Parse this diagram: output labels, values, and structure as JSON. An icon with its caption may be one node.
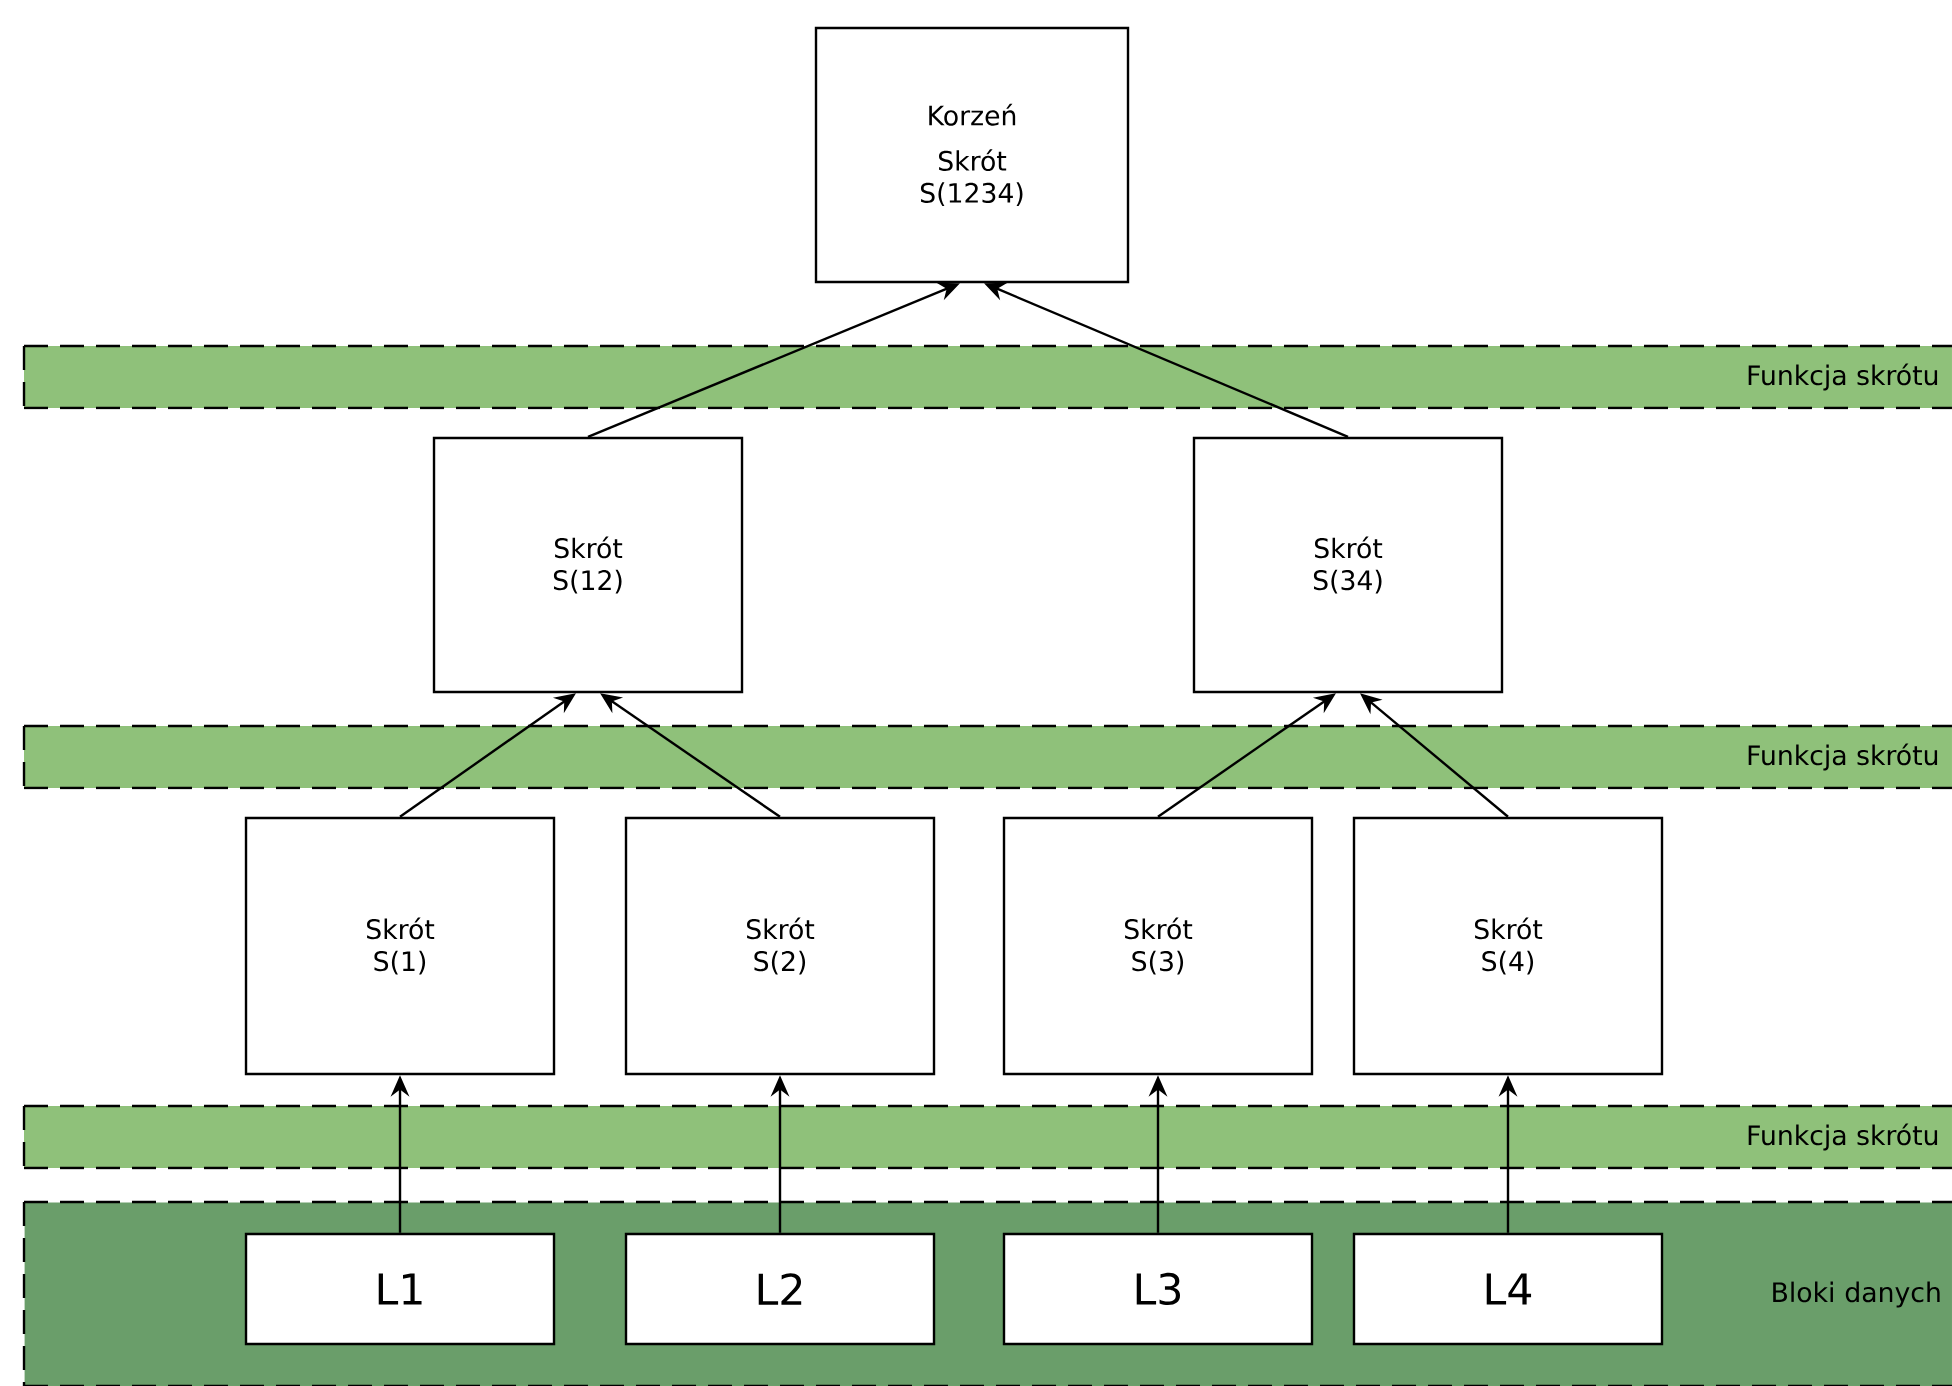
{
  "diagram": {
    "nodes": [
      {
        "text": [
          "Korzeń",
          "Skrót S(1234)"
        ]
      },
      {
        "text": [
          "Skrót S(12)"
        ]
      },
      {
        "text": [
          "Skrót S(34)"
        ]
      },
      {
        "text": [
          "Skrót S(1)"
        ]
      },
      {
        "text": [
          "Skrót S(2)"
        ]
      },
      {
        "text": [
          "Skrót S(3)"
        ]
      },
      {
        "text": [
          "Skrót S(4)"
        ]
      },
      {
        "text": [
          "Bloki danych"
        ]
      },
      {
        "text": [
          "L1"
        ],
        "in": 7
      },
      {
        "text": [
          "L2"
        ],
        "in": 7
      },
      {
        "text": [
          "L3"
        ],
        "in": 7
      },
      {
        "text": [
          "L4"
        ],
        "in": 7
      }
    ],
    "edges": [
      {
        "from": 1,
        "to": 0,
        "arrow": "to"
      },
      {
        "from": 2,
        "to": 0,
        "arrow": "to"
      },
      {
        "from": 3,
        "to": 1,
        "arrow": "to"
      },
      {
        "from": 4,
        "to": 1,
        "arrow": "to"
      },
      {
        "from": 5,
        "to": 2,
        "arrow": "to"
      },
      {
        "from": 6,
        "to": 2,
        "arrow": "to"
      },
      {
        "from": 8,
        "to": 3,
        "arrow": "to"
      },
      {
        "from": 9,
        "to": 4,
        "arrow": "to"
      },
      {
        "from": 10,
        "to": 5,
        "arrow": "to"
      },
      {
        "from": 11,
        "to": 6,
        "arrow": "to"
      }
    ],
    "labels": [
      "Funkcja skrótu",
      "Funkcja skrótu",
      "Funkcja skrótu"
    ]
  }
}
